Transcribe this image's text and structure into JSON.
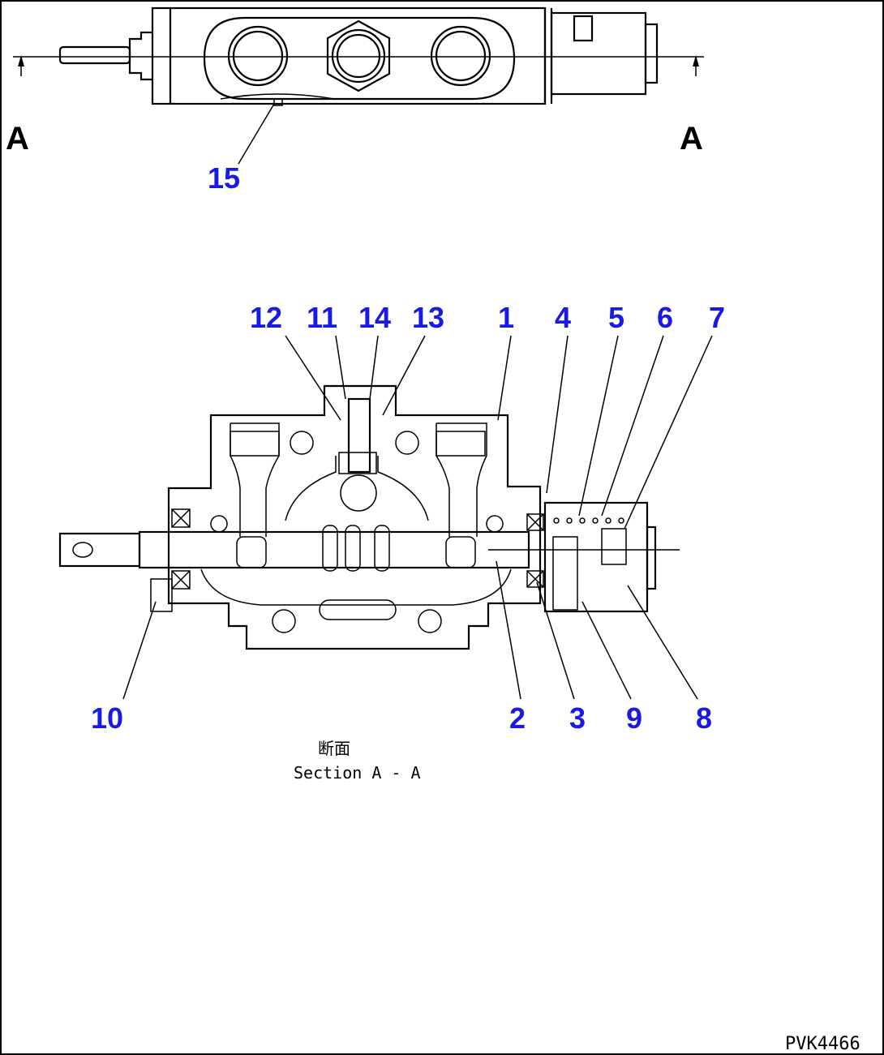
{
  "diagram": {
    "section_marks": {
      "left": "A",
      "right": "A"
    },
    "top_view_callouts": [
      {
        "id": "callout-15",
        "label": "15"
      }
    ],
    "section_callouts_top": [
      {
        "id": "callout-12",
        "label": "12"
      },
      {
        "id": "callout-11",
        "label": "11"
      },
      {
        "id": "callout-14",
        "label": "14"
      },
      {
        "id": "callout-13",
        "label": "13"
      },
      {
        "id": "callout-1",
        "label": "1"
      },
      {
        "id": "callout-4",
        "label": "4"
      },
      {
        "id": "callout-5",
        "label": "5"
      },
      {
        "id": "callout-6",
        "label": "6"
      },
      {
        "id": "callout-7",
        "label": "7"
      }
    ],
    "section_callouts_bottom": [
      {
        "id": "callout-10",
        "label": "10"
      },
      {
        "id": "callout-2",
        "label": "2"
      },
      {
        "id": "callout-3",
        "label": "3"
      },
      {
        "id": "callout-9",
        "label": "9"
      },
      {
        "id": "callout-8",
        "label": "8"
      }
    ],
    "caption_jp": "断面",
    "caption_en": "Section A - A",
    "drawing_code": "PVK4466",
    "colors": {
      "callout": "#1a1ae6",
      "line": "#000000"
    }
  }
}
